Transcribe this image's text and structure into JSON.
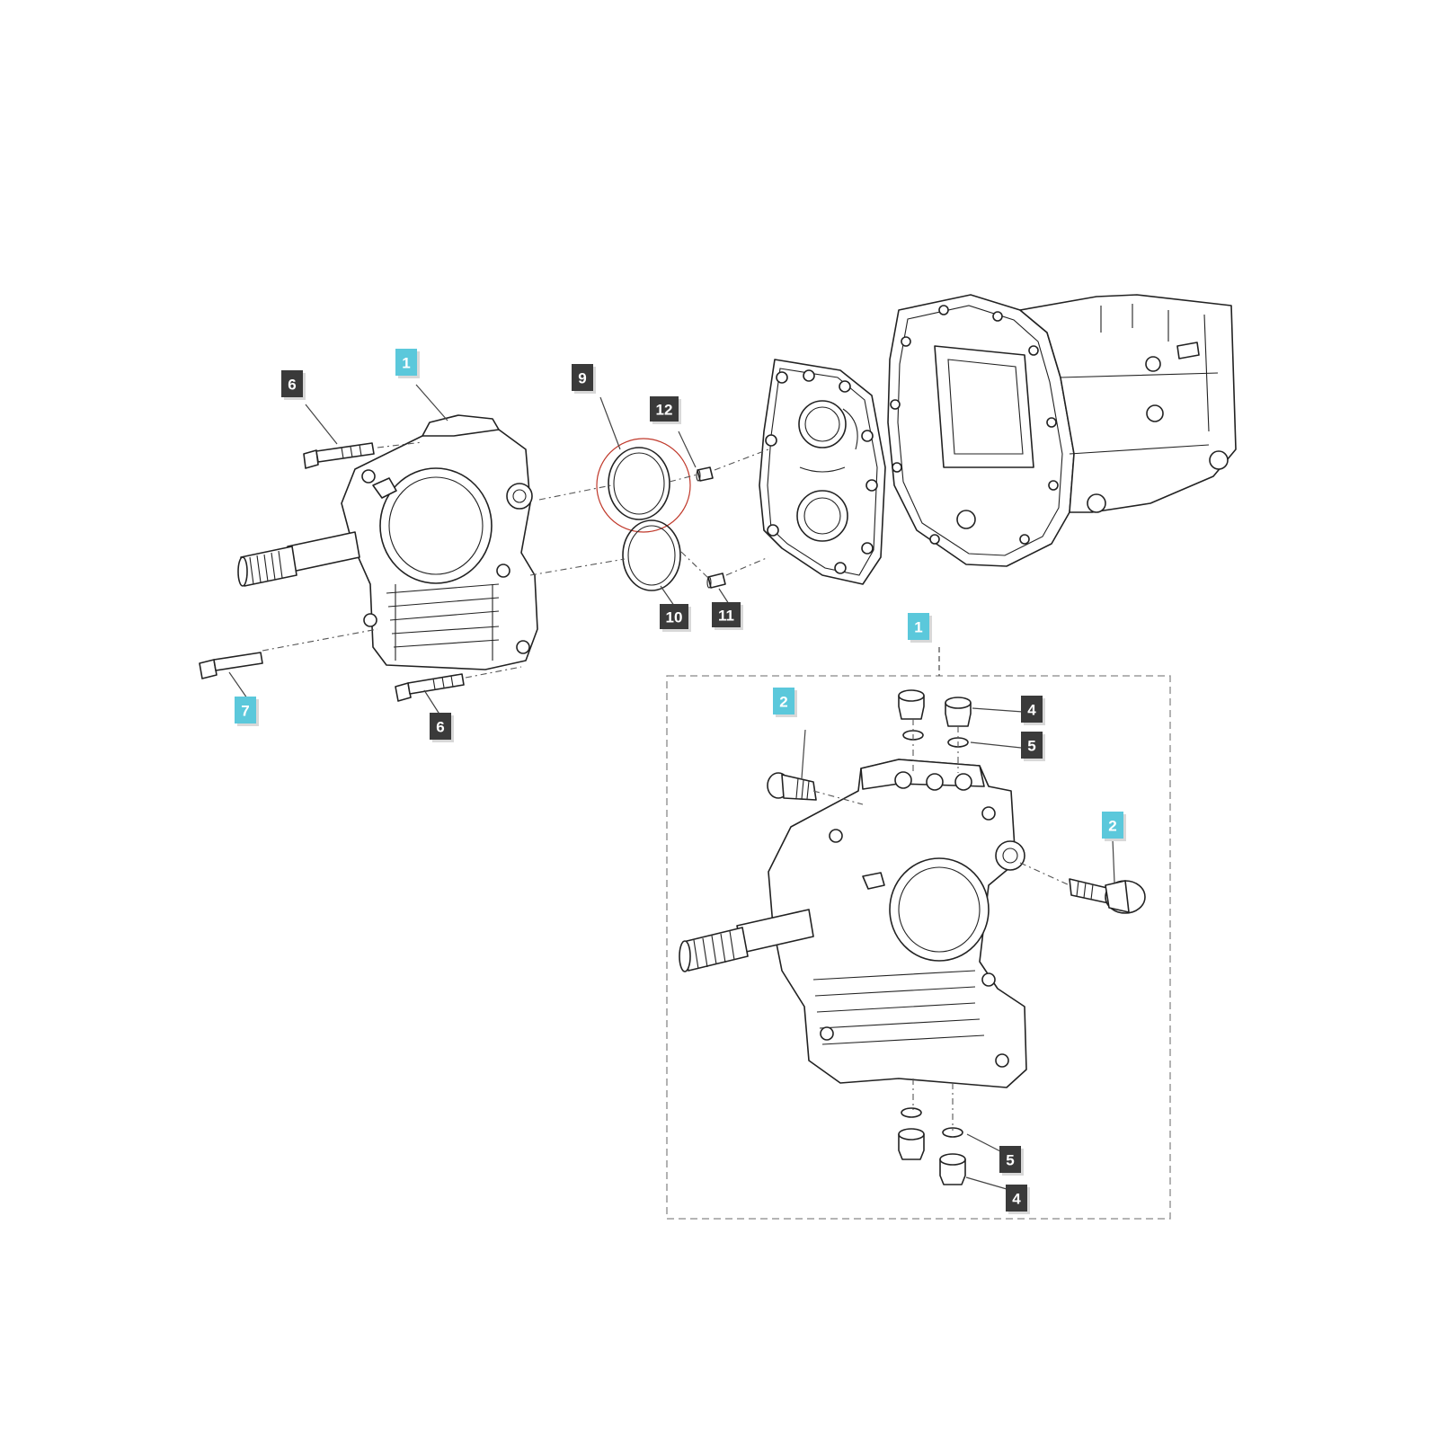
{
  "colors": {
    "callout_dark": "#3a3a3a",
    "callout_light": "#5bc8db",
    "callout_text_dark": "#ffffff",
    "callout_text_light": "#ffffff",
    "highlight_circle": "#c0392b",
    "line": "#222222"
  },
  "callouts": {
    "main": [
      {
        "id": "c1-top",
        "label": "1",
        "style": "light"
      },
      {
        "id": "c6-top",
        "label": "6",
        "style": "dark"
      },
      {
        "id": "c9",
        "label": "9",
        "style": "dark"
      },
      {
        "id": "c12",
        "label": "12",
        "style": "dark"
      },
      {
        "id": "c10",
        "label": "10",
        "style": "dark"
      },
      {
        "id": "c11",
        "label": "11",
        "style": "dark"
      },
      {
        "id": "c7",
        "label": "7",
        "style": "light"
      },
      {
        "id": "c6-bottom",
        "label": "6",
        "style": "dark"
      }
    ],
    "detail": [
      {
        "id": "c1-detail",
        "label": "1",
        "style": "light"
      },
      {
        "id": "c2-left",
        "label": "2",
        "style": "light"
      },
      {
        "id": "c4-top",
        "label": "4",
        "style": "dark"
      },
      {
        "id": "c5-top",
        "label": "5",
        "style": "dark"
      },
      {
        "id": "c2-right",
        "label": "2",
        "style": "light"
      },
      {
        "id": "c5-bottom",
        "label": "5",
        "style": "dark"
      },
      {
        "id": "c4-bottom",
        "label": "4",
        "style": "dark"
      }
    ]
  }
}
